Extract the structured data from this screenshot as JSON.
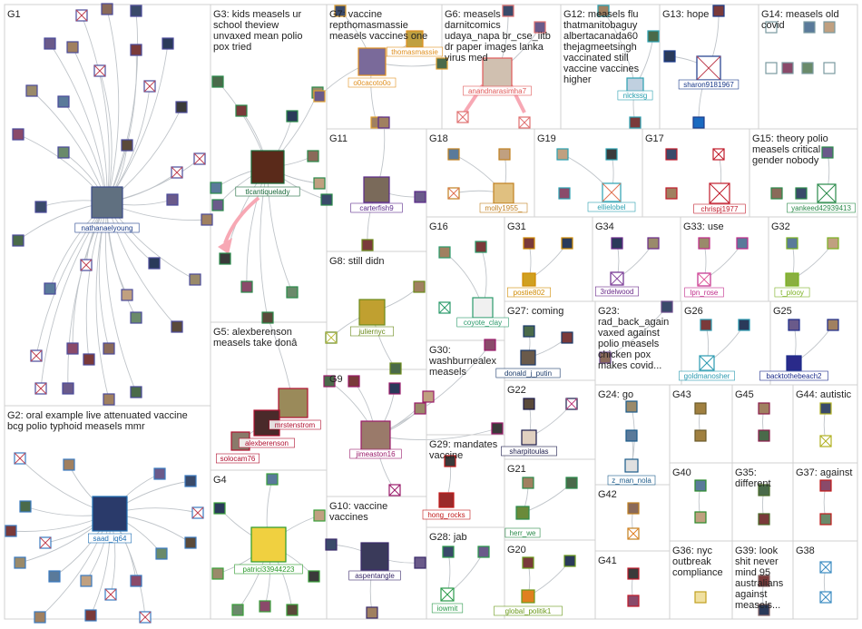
{
  "graph": {
    "groups": [
      {
        "id": "G1",
        "lines": [
          "G1"
        ]
      },
      {
        "id": "G2",
        "lines": [
          "G2: oral example live attenuated vaccine",
          "bcg polio typhoid measels mmr"
        ]
      },
      {
        "id": "G3",
        "lines": [
          "G3: kids measels ur",
          "school theview",
          "unvaxed mean polio",
          "pox tried"
        ]
      },
      {
        "id": "G4",
        "lines": [
          "G4"
        ]
      },
      {
        "id": "G5",
        "lines": [
          "G5: alexberenson",
          "measels take donâ"
        ]
      },
      {
        "id": "G6",
        "lines": [
          "G6: measels",
          "darnitcomics",
          "udaya_napa br_cse_iitb",
          "dr paper images lanka",
          "virus med"
        ]
      },
      {
        "id": "G7",
        "lines": [
          "G7: vaccine",
          "repthomasmassie",
          "measels vaccines one"
        ]
      },
      {
        "id": "G8",
        "lines": [
          "G8: still didn"
        ]
      },
      {
        "id": "G9",
        "lines": [
          "G9"
        ]
      },
      {
        "id": "G10",
        "lines": [
          "G10: vaccine",
          "vaccines"
        ]
      },
      {
        "id": "G11",
        "lines": [
          "G11"
        ]
      },
      {
        "id": "G12",
        "lines": [
          "G12: measels flu",
          "thatmanitobaguy",
          "albertacanada60",
          "thejagmeetsingh",
          "vaccinated still",
          "vaccine vaccines",
          "higher"
        ]
      },
      {
        "id": "G13",
        "lines": [
          "G13: hope"
        ]
      },
      {
        "id": "G14",
        "lines": [
          "G14: measels old",
          "covid"
        ]
      },
      {
        "id": "G15",
        "lines": [
          "G15: theory polio",
          "measels critical",
          "gender nobody"
        ]
      },
      {
        "id": "G16",
        "lines": [
          "G16"
        ]
      },
      {
        "id": "G17",
        "lines": [
          "G17"
        ]
      },
      {
        "id": "G18",
        "lines": [
          "G18"
        ]
      },
      {
        "id": "G19",
        "lines": [
          "G19"
        ]
      },
      {
        "id": "G20",
        "lines": [
          "G20"
        ]
      },
      {
        "id": "G21",
        "lines": [
          "G21"
        ]
      },
      {
        "id": "G22",
        "lines": [
          "G22"
        ]
      },
      {
        "id": "G23",
        "lines": [
          "G23:",
          "rad_back_again",
          "vaxed against",
          "polio measels",
          "chicken pox",
          "makes covid..."
        ]
      },
      {
        "id": "G24",
        "lines": [
          "G24: go"
        ]
      },
      {
        "id": "G25",
        "lines": [
          "G25"
        ]
      },
      {
        "id": "G26",
        "lines": [
          "G26"
        ]
      },
      {
        "id": "G27",
        "lines": [
          "G27: coming"
        ]
      },
      {
        "id": "G28",
        "lines": [
          "G28: jab"
        ]
      },
      {
        "id": "G29",
        "lines": [
          "G29: mandates",
          "vaccine"
        ]
      },
      {
        "id": "G30",
        "lines": [
          "G30:",
          "washburnealex",
          "measels"
        ]
      },
      {
        "id": "G31",
        "lines": [
          "G31"
        ]
      },
      {
        "id": "G32",
        "lines": [
          "G32"
        ]
      },
      {
        "id": "G33",
        "lines": [
          "G33: use"
        ]
      },
      {
        "id": "G34",
        "lines": [
          "G34"
        ]
      },
      {
        "id": "G35",
        "lines": [
          "G35:",
          "different"
        ]
      },
      {
        "id": "G36",
        "lines": [
          "G36: nyc",
          "outbreak",
          "compliance"
        ]
      },
      {
        "id": "G37",
        "lines": [
          "G37: against"
        ]
      },
      {
        "id": "G38",
        "lines": [
          "G38"
        ]
      },
      {
        "id": "G39",
        "lines": [
          "G39: look",
          "shit never",
          "mind 95",
          "australians",
          "against",
          "measels..."
        ]
      },
      {
        "id": "G40",
        "lines": [
          "G40"
        ]
      },
      {
        "id": "G41",
        "lines": [
          "G41"
        ]
      },
      {
        "id": "G42",
        "lines": [
          "G42"
        ]
      },
      {
        "id": "G43",
        "lines": [
          "G43"
        ]
      },
      {
        "id": "G44",
        "lines": [
          "G44: autistic"
        ]
      },
      {
        "id": "G45",
        "lines": [
          "G45"
        ]
      }
    ],
    "labels": [
      {
        "id": "nathanaelyoung",
        "text": "nathanaelyoung",
        "color": "#1f3f8a"
      },
      {
        "id": "saad_iq64",
        "text": "saad_iq64",
        "color": "#1f6fb5"
      },
      {
        "id": "tlcantiquelady",
        "text": "tlcantiquelady",
        "color": "#1a6a3a"
      },
      {
        "id": "patrici33944223",
        "text": "patrici33944223",
        "color": "#2a9a2a"
      },
      {
        "id": "mrstenstrom",
        "text": "mrstenstrom",
        "color": "#b01030"
      },
      {
        "id": "alexberenson",
        "text": "alexberenson",
        "color": "#b01030"
      },
      {
        "id": "solocam76",
        "text": "solocam76",
        "color": "#b01030"
      },
      {
        "id": "thomasmassie",
        "text": "thomasmassie",
        "color": "#e09020"
      },
      {
        "id": "o0cacoto0o",
        "text": "o0cacoto0o",
        "color": "#e09020"
      },
      {
        "id": "anandnarasimha7",
        "text": "anandnarasimha7",
        "color": "#e05a5a"
      },
      {
        "id": "nickssg",
        "text": "nickssg",
        "color": "#2aa0b0"
      },
      {
        "id": "sharon9181967",
        "text": "sharon9181967",
        "color": "#1a3a8a"
      },
      {
        "id": "yankeed42939413",
        "text": "yankeed42939413",
        "color": "#2a8a4a"
      },
      {
        "id": "carterfish9",
        "text": "carterfish9",
        "color": "#5a2a8a"
      },
      {
        "id": "molly1955_",
        "text": "molly1955_",
        "color": "#c08020"
      },
      {
        "id": "ellielobel",
        "text": "ellielobel",
        "color": "#2aa0b0"
      },
      {
        "id": "chrispj1977",
        "text": "chrispj1977",
        "color": "#c01a2a"
      },
      {
        "id": "coyote_clay",
        "text": "coyote_clay",
        "color": "#2a9a6a"
      },
      {
        "id": "postie802",
        "text": "postie802",
        "color": "#d08a00"
      },
      {
        "id": "3rdelwood",
        "text": "3rdelwood",
        "color": "#6a2a8a"
      },
      {
        "id": "lpn_rose",
        "text": "lpn_rose",
        "color": "#c02a8a"
      },
      {
        "id": "t_plooy",
        "text": "t_plooy",
        "color": "#7ab020"
      },
      {
        "id": "julienyc",
        "text": "juliernyc",
        "color": "#6a8a1a"
      },
      {
        "id": "jimeaston16",
        "text": "jimeaston16",
        "color": "#9a1a6a"
      },
      {
        "id": "aspentangle",
        "text": "aspentangle",
        "color": "#3a2a6a"
      },
      {
        "id": "donald_j_putin",
        "text": "donald_j_putin",
        "color": "#1a3a6a"
      },
      {
        "id": "goldmanosher",
        "text": "goldmanosher",
        "color": "#2a9ab0"
      },
      {
        "id": "backtothebeach2",
        "text": "backtothebeach2",
        "color": "#1a2a8a"
      },
      {
        "id": "sharpitoulas",
        "text": "sharpitoulas",
        "color": "#1a1a4a"
      },
      {
        "id": "hong_rocks",
        "text": "hong_rocks",
        "color": "#c01a1a"
      },
      {
        "id": "herr_we",
        "text": "herr_we",
        "color": "#2a8a4a"
      },
      {
        "id": "z_man_nola",
        "text": "z_man_nola",
        "color": "#1a5a8a"
      },
      {
        "id": "iowmit",
        "text": "iowmit",
        "color": "#2a9a4a"
      },
      {
        "id": "global_politik1",
        "text": "global_politik1",
        "color": "#6a9a1a"
      }
    ],
    "colors": {
      "edge": "#bfc4c9",
      "strong_edge": "#f7a8b4",
      "box": "#d0d0d0"
    }
  }
}
